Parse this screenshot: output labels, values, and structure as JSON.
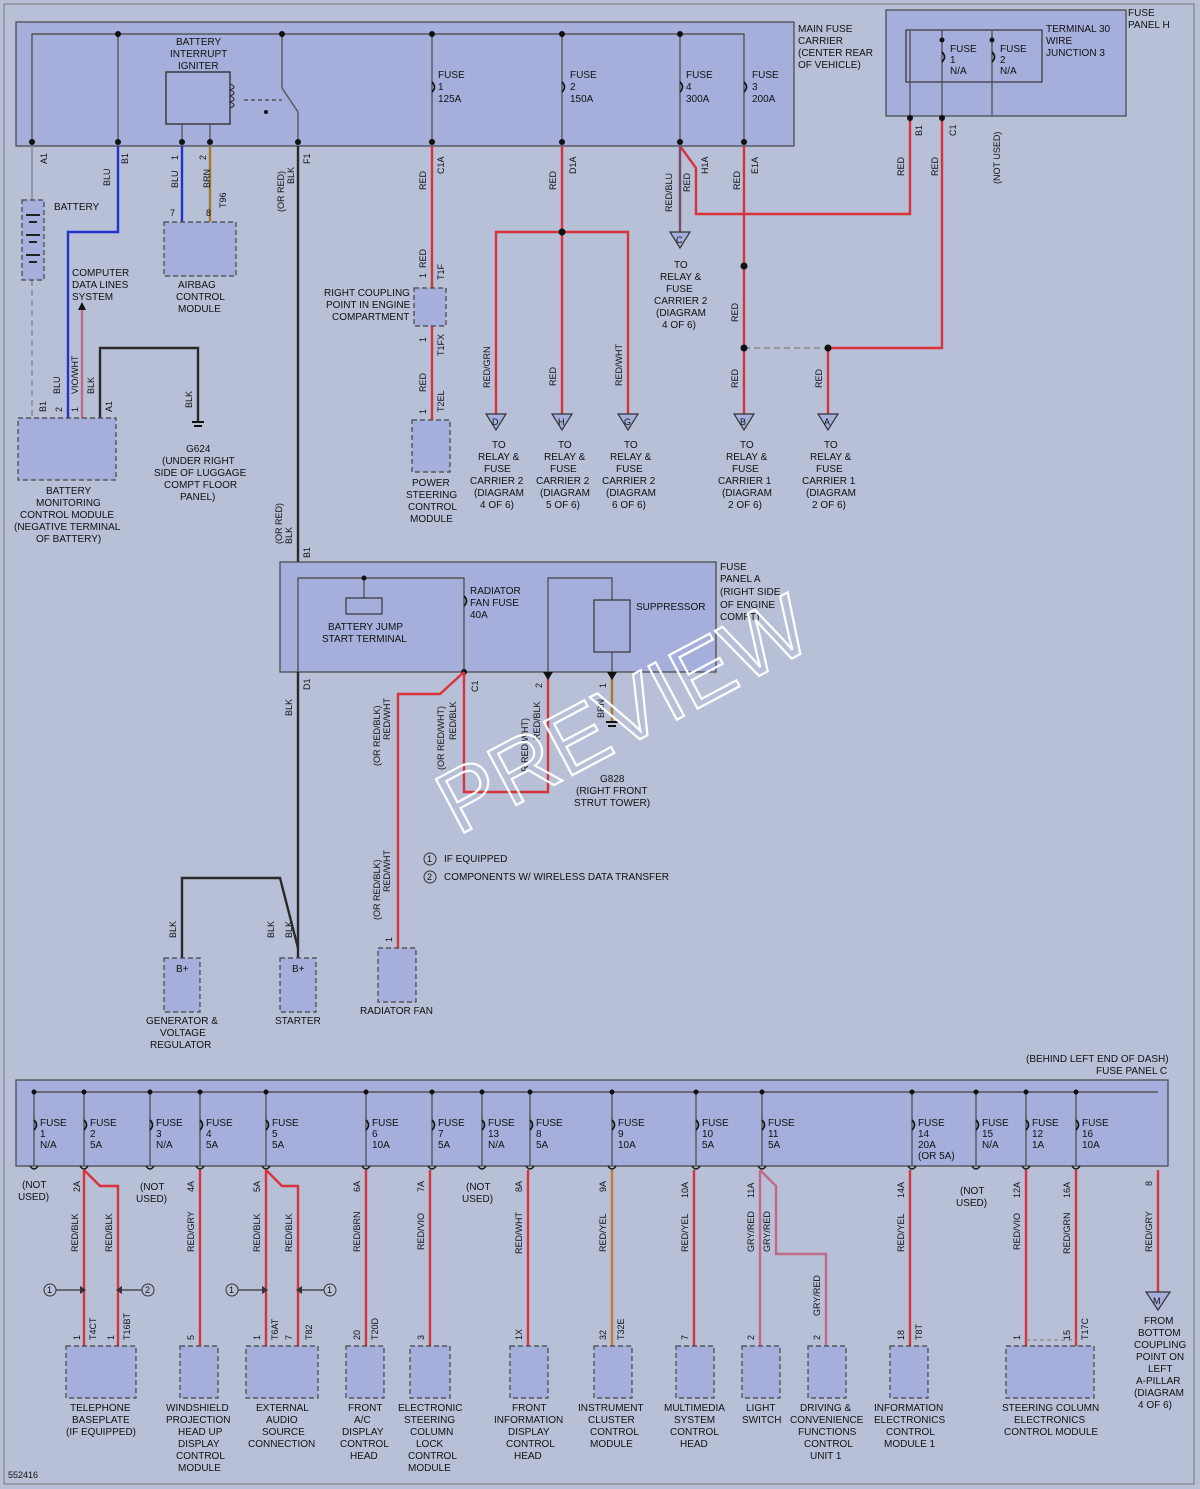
{
  "diagram_id": "552416",
  "main_fuse_carrier": {
    "title": [
      "MAIN FUSE",
      "CARRIER",
      "(CENTER REAR",
      "OF VEHICLE)"
    ],
    "igniter": [
      "BATTERY",
      "INTERRUPT",
      "IGNITER"
    ],
    "fuses": [
      {
        "label": "FUSE",
        "num": "1",
        "rating": "125A"
      },
      {
        "label": "FUSE",
        "num": "2",
        "rating": "150A"
      },
      {
        "label": "FUSE",
        "num": "4",
        "rating": "300A"
      },
      {
        "label": "FUSE",
        "num": "3",
        "rating": "200A"
      }
    ]
  },
  "fuse_panel_h": {
    "title": [
      "FUSE",
      "PANEL H"
    ],
    "junction": [
      "TERMINAL 30",
      "WIRE",
      "JUNCTION 3"
    ],
    "fuses": [
      {
        "label": "FUSE",
        "num": "1",
        "rating": "N/A"
      },
      {
        "label": "FUSE",
        "num": "2",
        "rating": "N/A"
      }
    ],
    "not_used": "(NOT USED)"
  },
  "wire_labels": {
    "red": "RED",
    "blk": "BLK",
    "blu": "BLU",
    "brn": "BRN",
    "or_red": "(OR RED)",
    "redblu": "RED/BLU",
    "redgrn": "RED/GRN",
    "redwht": "RED/WHT",
    "viowht": "VIO/WHT",
    "or_redblk": "(OR RED/BLK)",
    "or_redwht": "(OR RED/WHT)",
    "redblk": "RED/BLK",
    "r_redwht": "R RED/WHT)"
  },
  "pins": {
    "a1": "A1",
    "b1": "B1",
    "f1": "F1",
    "c1a": "C1A",
    "d1a": "D1A",
    "h1a": "H1A",
    "e1a": "E1A",
    "c1": "C1",
    "t96": "T96",
    "t1f": "T1F",
    "t1fx": "T1FX",
    "t2el": "T2EL",
    "d1": "D1",
    "n1": "1",
    "n2": "2",
    "n7": "7",
    "n8": "8"
  },
  "components": {
    "battery": "BATTERY",
    "computer_data": [
      "COMPUTER",
      "DATA LINES",
      "SYSTEM"
    ],
    "airbag": [
      "AIRBAG",
      "CONTROL",
      "MODULE"
    ],
    "bmcm": [
      "BATTERY",
      "MONITORING",
      "CONTROL MODULE",
      "(NEGATIVE TERMINAL",
      "OF BATTERY)"
    ],
    "g624": [
      "G624",
      "(UNDER RIGHT",
      "SIDE OF LUGGAGE",
      "COMPT FLOOR",
      "PANEL)"
    ],
    "coupling": [
      "RIGHT COUPLING",
      "POINT IN ENGINE",
      "COMPARTMENT"
    ],
    "power_steering": [
      "POWER",
      "STEERING",
      "CONTROL",
      "MODULE"
    ],
    "generator": [
      "GENERATOR &",
      "VOLTAGE",
      "REGULATOR"
    ],
    "starter": "STARTER",
    "radiator_fan": "RADIATOR FAN",
    "g828": [
      "G828",
      "(RIGHT FRONT",
      "STRUT TOWER)"
    ],
    "b_plus": "B+"
  },
  "relay_refs": [
    {
      "letter": "C",
      "lines": [
        "TO",
        "RELAY &",
        "FUSE",
        "CARRIER 2",
        "(DIAGRAM",
        "4 OF 6)"
      ]
    },
    {
      "letter": "D",
      "lines": [
        "TO",
        "RELAY &",
        "FUSE",
        "CARRIER 2",
        "(DIAGRAM",
        "4 OF 6)"
      ]
    },
    {
      "letter": "H",
      "lines": [
        "TO",
        "RELAY &",
        "FUSE",
        "CARRIER 2",
        "(DIAGRAM",
        "5 OF 6)"
      ]
    },
    {
      "letter": "G",
      "lines": [
        "TO",
        "RELAY &",
        "FUSE",
        "CARRIER 2",
        "(DIAGRAM",
        "6 OF 6)"
      ]
    },
    {
      "letter": "B",
      "lines": [
        "TO",
        "RELAY &",
        "FUSE",
        "CARRIER 1",
        "(DIAGRAM",
        "2 OF 6)"
      ]
    },
    {
      "letter": "A",
      "lines": [
        "TO",
        "RELAY &",
        "FUSE",
        "CARRIER 1",
        "(DIAGRAM",
        "2 OF 6)"
      ]
    }
  ],
  "fuse_panel_a": {
    "title": [
      "FUSE",
      "PANEL A",
      "(RIGHT SIDE",
      "OF ENGINE",
      "COMPT)"
    ],
    "jump": [
      "BATTERY JUMP",
      "START TERMINAL"
    ],
    "fan_fuse": [
      "RADIATOR",
      "FAN FUSE",
      "40A"
    ],
    "suppressor": "SUPPRESSOR"
  },
  "notes": [
    {
      "num": "1",
      "text": "IF EQUIPPED"
    },
    {
      "num": "2",
      "text": "COMPONENTS W/ WIRELESS DATA TRANSFER"
    }
  ],
  "fuse_panel_c": {
    "title": [
      "(BEHIND LEFT END OF DASH)",
      "FUSE PANEL C"
    ],
    "fuses": [
      {
        "num": "1",
        "rating": "N/A"
      },
      {
        "num": "2",
        "rating": "5A"
      },
      {
        "num": "3",
        "rating": "N/A"
      },
      {
        "num": "4",
        "rating": "5A"
      },
      {
        "num": "5",
        "rating": "5A"
      },
      {
        "num": "6",
        "rating": "10A"
      },
      {
        "num": "7",
        "rating": "5A"
      },
      {
        "num": "13",
        "rating": "N/A"
      },
      {
        "num": "8",
        "rating": "5A"
      },
      {
        "num": "9",
        "rating": "10A"
      },
      {
        "num": "10",
        "rating": "5A"
      },
      {
        "num": "11",
        "rating": "5A"
      },
      {
        "num": "14",
        "rating": "20A",
        "extra": "(OR 5A)"
      },
      {
        "num": "15",
        "rating": "N/A"
      },
      {
        "num": "12",
        "rating": "1A"
      },
      {
        "num": "16",
        "rating": "10A"
      }
    ],
    "not_used": [
      "(NOT",
      "USED)"
    ]
  },
  "bottom_wires": {
    "redblk": "RED/BLK",
    "redgry": "RED/GRY",
    "redbrn": "RED/BRN",
    "redvio": "RED/VIO",
    "redwht": "RED/WHT",
    "redyel": "RED/YEL",
    "gryred": "GRY/RED",
    "redgrn": "RED/GRN"
  },
  "bottom_pins": {
    "p2a": "2A",
    "p4a": "4A",
    "p5a": "5A",
    "p6a": "6A",
    "p7a": "7A",
    "p8a": "8A",
    "p9a": "9A",
    "p10a": "10A",
    "p11a": "11A",
    "p14a": "14A",
    "p12a": "12A",
    "p16a": "16A",
    "p8": "8",
    "t4ct": "T4CT",
    "t16bt": "T16BT",
    "t6at": "T6AT",
    "t82": "T82",
    "t20d": "T20D",
    "t32e": "T32E",
    "t8t": "T8T",
    "t17c": "T17C",
    "n1": "1",
    "n5": "5",
    "n7": "7",
    "n20": "20",
    "n3": "3",
    "n1x": "1X",
    "n32": "32",
    "n2": "2",
    "n18": "18",
    "n15": "15"
  },
  "bottom_components": {
    "telephone": [
      "TELEPHONE",
      "BASEPLATE",
      "(IF EQUIPPED)"
    ],
    "windshield": [
      "WINDSHIELD",
      "PROJECTION",
      "HEAD UP",
      "DISPLAY",
      "CONTROL",
      "MODULE"
    ],
    "external_audio": [
      "EXTERNAL",
      "AUDIO",
      "SOURCE",
      "CONNECTION"
    ],
    "front_ac": [
      "FRONT",
      "A/C",
      "DISPLAY",
      "CONTROL",
      "HEAD"
    ],
    "steering_lock": [
      "ELECTRONIC",
      "STEERING",
      "COLUMN",
      "LOCK",
      "CONTROL",
      "MODULE"
    ],
    "front_info": [
      "FRONT",
      "INFORMATION",
      "DISPLAY",
      "CONTROL",
      "HEAD"
    ],
    "cluster": [
      "INSTRUMENT",
      "CLUSTER",
      "CONTROL",
      "MODULE"
    ],
    "multimedia": [
      "MULTIMEDIA",
      "SYSTEM",
      "CONTROL",
      "HEAD"
    ],
    "light_switch": [
      "LIGHT",
      "SWITCH"
    ],
    "driving": [
      "DRIVING &",
      "CONVENIENCE",
      "FUNCTIONS",
      "CONTROL",
      "UNIT 1"
    ],
    "info_elec": [
      "INFORMATION",
      "ELECTRONICS",
      "CONTROL",
      "MODULE 1"
    ],
    "steering_col": [
      "STEERING COLUMN",
      "ELECTRONICS",
      "CONTROL MODULE"
    ],
    "from_bottom": {
      "letter": "M",
      "lines": [
        "FROM",
        "BOTTOM",
        "COUPLING",
        "POINT ON",
        "LEFT",
        "A-PILLAR",
        "(DIAGRAM",
        "4 OF 6)"
      ]
    }
  },
  "watermark": "PREVIEW"
}
